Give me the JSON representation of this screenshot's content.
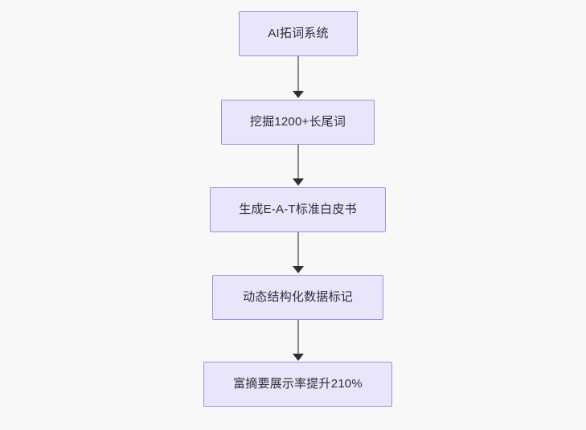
{
  "diagram": {
    "type": "flowchart",
    "orientation": "top-to-bottom",
    "background_color": "#f8f8f8",
    "node_fill_color": "#e9e5fb",
    "node_border_color": "#a78bda",
    "node_text_color": "#2f2f33",
    "edge_line_color": "#8b8b8b",
    "edge_arrow_color": "#2f2f33",
    "nodes": [
      {
        "id": "n1",
        "label": "AI拓词系统"
      },
      {
        "id": "n2",
        "label": "挖掘1200+长尾词"
      },
      {
        "id": "n3",
        "label": "生成E-A-T标准白皮书"
      },
      {
        "id": "n4",
        "label": "动态结构化数据标记"
      },
      {
        "id": "n5",
        "label": "富摘要展示率提升210%"
      }
    ],
    "edges": [
      {
        "id": "e1",
        "from": "n1",
        "to": "n2",
        "label": ""
      },
      {
        "id": "e2",
        "from": "n2",
        "to": "n3",
        "label": ""
      },
      {
        "id": "e3",
        "from": "n3",
        "to": "n4",
        "label": ""
      },
      {
        "id": "e4",
        "from": "n4",
        "to": "n5",
        "label": ""
      }
    ]
  }
}
